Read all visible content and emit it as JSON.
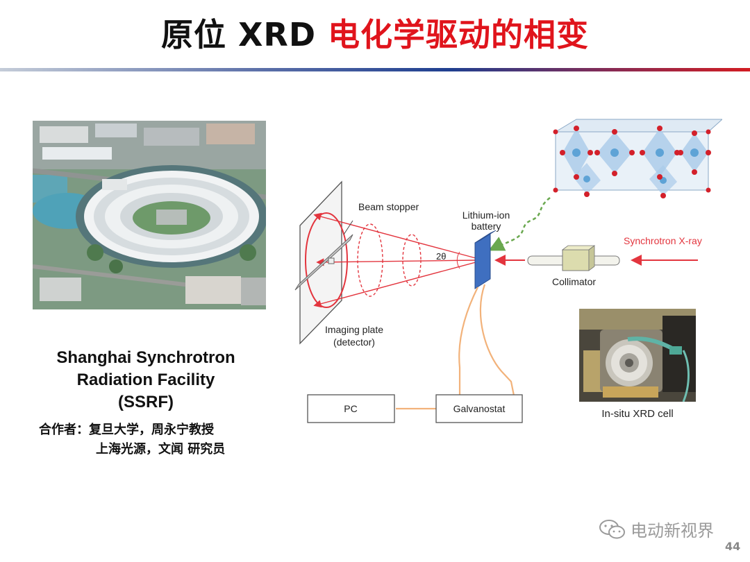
{
  "slide": {
    "title_black": "原位 XRD ",
    "title_red": "电化学驱动的相变",
    "page_number": "44"
  },
  "facility": {
    "name_line1": "Shanghai Synchrotron",
    "name_line2": "Radiation Facility",
    "name_line3": "(SSRF)",
    "collab_line1": "合作者：复旦大学，周永宁教授",
    "collab_line2": "上海光源，文闻 研究员"
  },
  "diagram": {
    "beam_stopper": "Beam stopper",
    "battery_line1": "Lithium-ion",
    "battery_line2": "battery",
    "angle": "2θ",
    "xray": "Synchrotron X-ray",
    "collimator": "Collimator",
    "plate_line1": "Imaging plate",
    "plate_line2": "(detector)",
    "pc": "PC",
    "galvanostat": "Galvanostat",
    "cell_label": "In-situ XRD cell",
    "colors": {
      "beam": "#e3353e",
      "wire": "#f2b27a",
      "battery": "#3f6fc0",
      "collimator_box": "#dcdcae",
      "crystal_atom_red": "#d3202a",
      "crystal_atom_blue": "#5ea3d6"
    }
  },
  "watermark": {
    "text": "电动新视界",
    "icon": "wechat-icon"
  }
}
